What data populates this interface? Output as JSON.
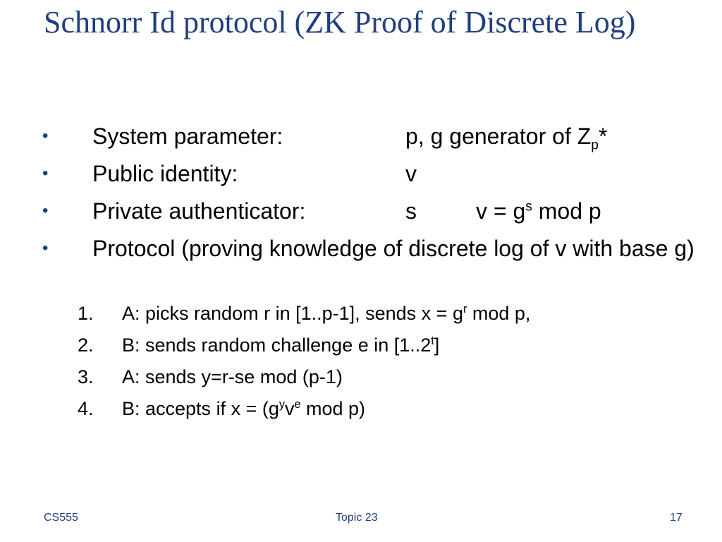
{
  "slide": {
    "title": "Schnorr Id protocol (ZK Proof of Discrete Log)",
    "bullets": [
      {
        "label": "System parameter:",
        "value_prefix": "p, g generator of Z",
        "value_sub": "p",
        "value_suffix": "*"
      },
      {
        "label": "Public identity:",
        "value": "v"
      },
      {
        "label": "Private authenticator:",
        "value": "s",
        "relation_prefix": "v = g",
        "relation_sup": "s",
        "relation_suffix": " mod p"
      },
      {
        "text": "Protocol (proving knowledge of discrete log of v with base g)"
      }
    ],
    "steps": [
      {
        "num": "1.",
        "prefix": "A: picks random r in [1..p-1], sends x = g",
        "sup": "r",
        "suffix": " mod p,"
      },
      {
        "num": "2.",
        "prefix": "B: sends random challenge e in [1..2",
        "sup": "t",
        "suffix": "]"
      },
      {
        "num": "3.",
        "text": "A: sends y=r-se mod (p-1)"
      },
      {
        "num": "4.",
        "prefix": "B: accepts if x = (g",
        "sup1": "y",
        "mid": "v",
        "sup2": "e",
        "suffix": " mod p)"
      }
    ],
    "bullet_symbol": "•"
  },
  "footer": {
    "left": "CS555",
    "center": "Topic 23",
    "right": "17"
  },
  "colors": {
    "title": "#1f3f7f",
    "bullet": "#1f3f7f",
    "footer": "#1f3f7f",
    "text": "#000000",
    "background": "#ffffff"
  }
}
